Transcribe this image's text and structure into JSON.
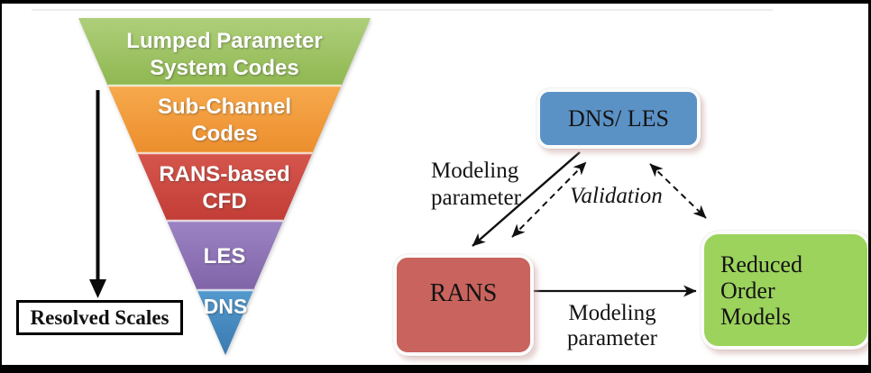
{
  "pyramid": {
    "layers": [
      {
        "label": "Lumped Parameter\nSystem Codes",
        "top_color": "#aecf7a",
        "bottom_color": "#8fb751"
      },
      {
        "label": "Sub-Channel\nCodes",
        "top_color": "#f6a94c",
        "bottom_color": "#ec8e2d"
      },
      {
        "label": "RANS-based\nCFD",
        "top_color": "#d5564d",
        "bottom_color": "#c23d36"
      },
      {
        "label": "LES",
        "top_color": "#9c84c4",
        "bottom_color": "#8064a8"
      },
      {
        "label": "DNS",
        "top_color": "#549ace",
        "bottom_color": "#3a7ab0"
      }
    ],
    "scale_arrow_label": "Resolved Scales"
  },
  "flow": {
    "nodes": {
      "dns_les": {
        "label": "DNS/ LES",
        "fill": "#5b92c6"
      },
      "rans": {
        "label": "RANS",
        "fill": "#c9635d"
      },
      "rom": {
        "label": "Reduced\nOrder\nModels",
        "fill": "#9cd35c"
      }
    },
    "labels": {
      "modeling_parameter_upper": "Modeling\nparameter",
      "validation": "Validation",
      "modeling_parameter_lower": "Modeling\nparameter"
    }
  }
}
